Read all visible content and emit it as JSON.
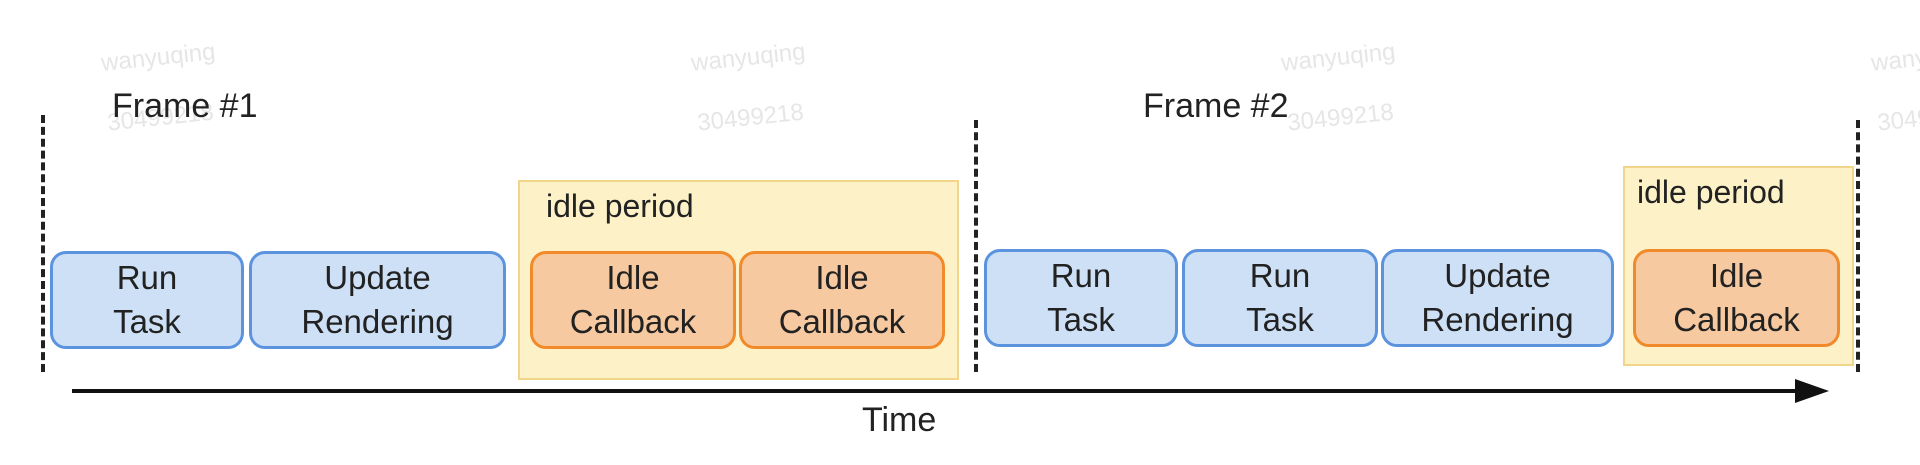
{
  "watermark": {
    "user": "wanyuqing",
    "id": "30499218"
  },
  "frames": [
    {
      "label": "Frame #1"
    },
    {
      "label": "Frame #2"
    }
  ],
  "idle_regions": [
    {
      "label": "idle period"
    },
    {
      "label": "idle period"
    }
  ],
  "blocks": [
    {
      "line1": "Run",
      "line2": "Task",
      "kind": "task"
    },
    {
      "line1": "Update",
      "line2": "Rendering",
      "kind": "task"
    },
    {
      "line1": "Idle",
      "line2": "Callback",
      "kind": "callback"
    },
    {
      "line1": "Idle",
      "line2": "Callback",
      "kind": "callback"
    },
    {
      "line1": "Run",
      "line2": "Task",
      "kind": "task"
    },
    {
      "line1": "Run",
      "line2": "Task",
      "kind": "task"
    },
    {
      "line1": "Update",
      "line2": "Rendering",
      "kind": "task"
    },
    {
      "line1": "Idle",
      "line2": "Callback",
      "kind": "callback"
    }
  ],
  "axis": {
    "label": "Time"
  },
  "colors": {
    "task_fill": "#cde0f6",
    "task_border": "#5c93de",
    "callback_fill": "#f6c9a0",
    "callback_border": "#f08a2a",
    "idle_fill": "#fdf1c8"
  }
}
